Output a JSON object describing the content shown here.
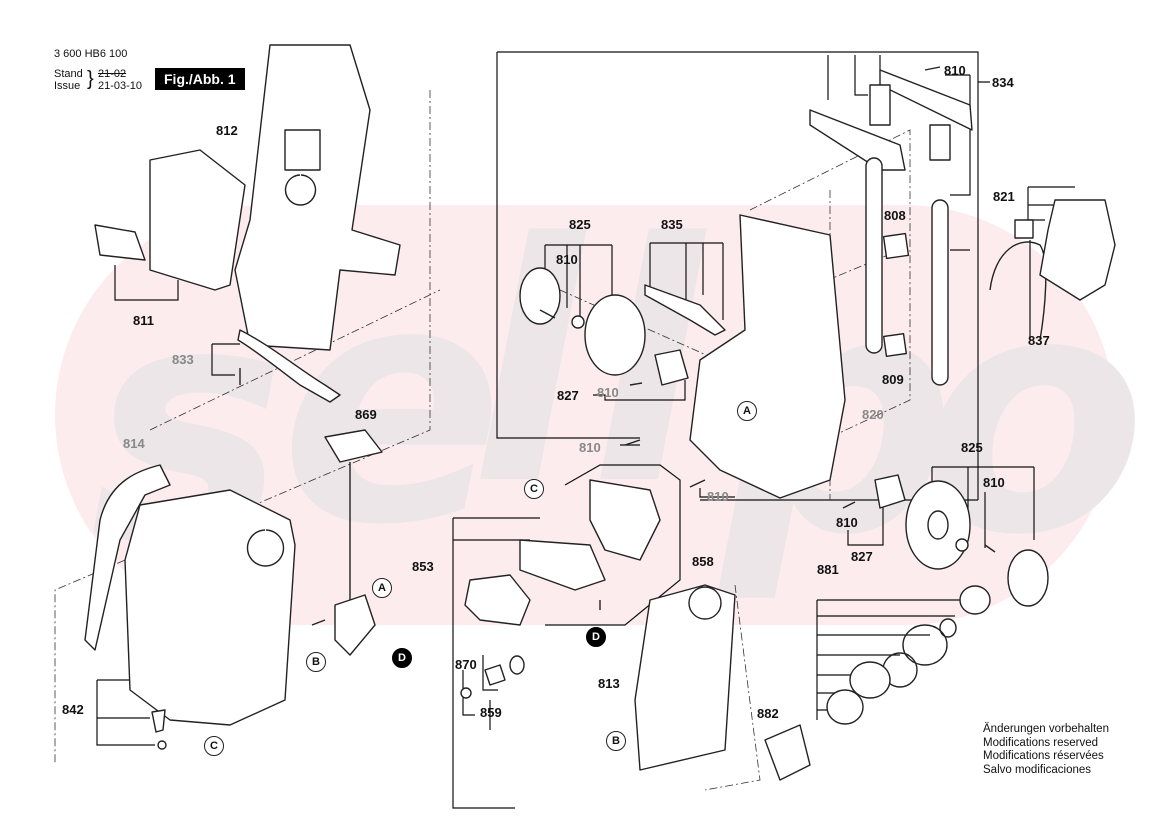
{
  "header": {
    "doc_number": "3 600 HB6 100",
    "stand_label": "Stand",
    "issue_label": "Issue",
    "old_date": "21-02",
    "date": "21-03-10",
    "figure_label": "Fig./Abb. 1"
  },
  "watermark": {
    "text": "sellpo",
    "color": "#fcecee"
  },
  "parts": {
    "p812": "812",
    "p811": "811",
    "p833": "833",
    "p814": "814",
    "p869": "869",
    "p842": "842",
    "p853": "853",
    "p858": "858",
    "p870": "870",
    "p859": "859",
    "p813": "813",
    "p882": "882",
    "p881": "881",
    "p825a": "825",
    "p825b": "825",
    "p835": "835",
    "p810a": "810",
    "p810b": "810",
    "p810c": "810",
    "p810d": "810",
    "p810e": "810",
    "p810f": "810",
    "p810g": "810",
    "p827a": "827",
    "p827b": "827",
    "p834": "834",
    "p821": "821",
    "p808": "808",
    "p809": "809",
    "p837": "837",
    "p820": "820"
  },
  "references": {
    "A1": "A",
    "A2": "A",
    "B1": "B",
    "B2": "B",
    "C1": "C",
    "C2": "C",
    "D1": "D",
    "D2": "D"
  },
  "note": {
    "lines": [
      "Änderungen vorbehalten",
      "Modifications reserved",
      "Modifications réservées",
      "Salvo modificaciones"
    ]
  }
}
